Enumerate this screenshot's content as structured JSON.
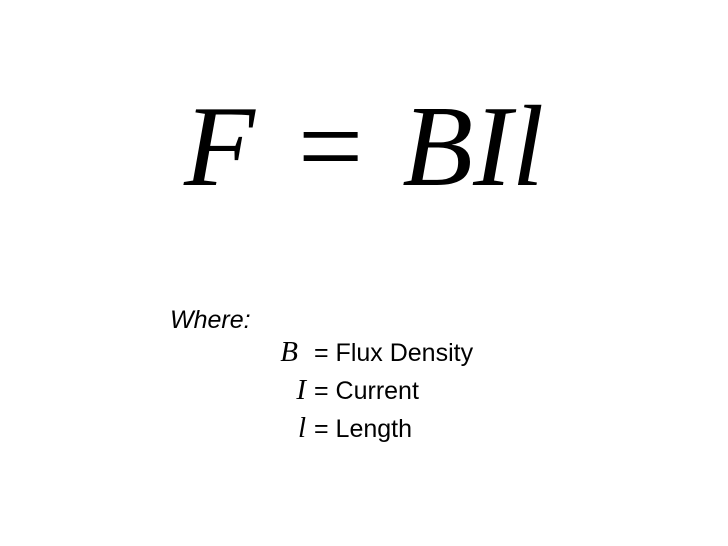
{
  "formula": {
    "lhs": "F",
    "equals": "=",
    "rhs": "BIl"
  },
  "where_label": "Where:",
  "definitions": [
    {
      "symbol": "B",
      "text": "= Flux Density"
    },
    {
      "symbol": "I",
      "text": "= Current"
    },
    {
      "symbol": "l",
      "text": "= Length"
    }
  ]
}
